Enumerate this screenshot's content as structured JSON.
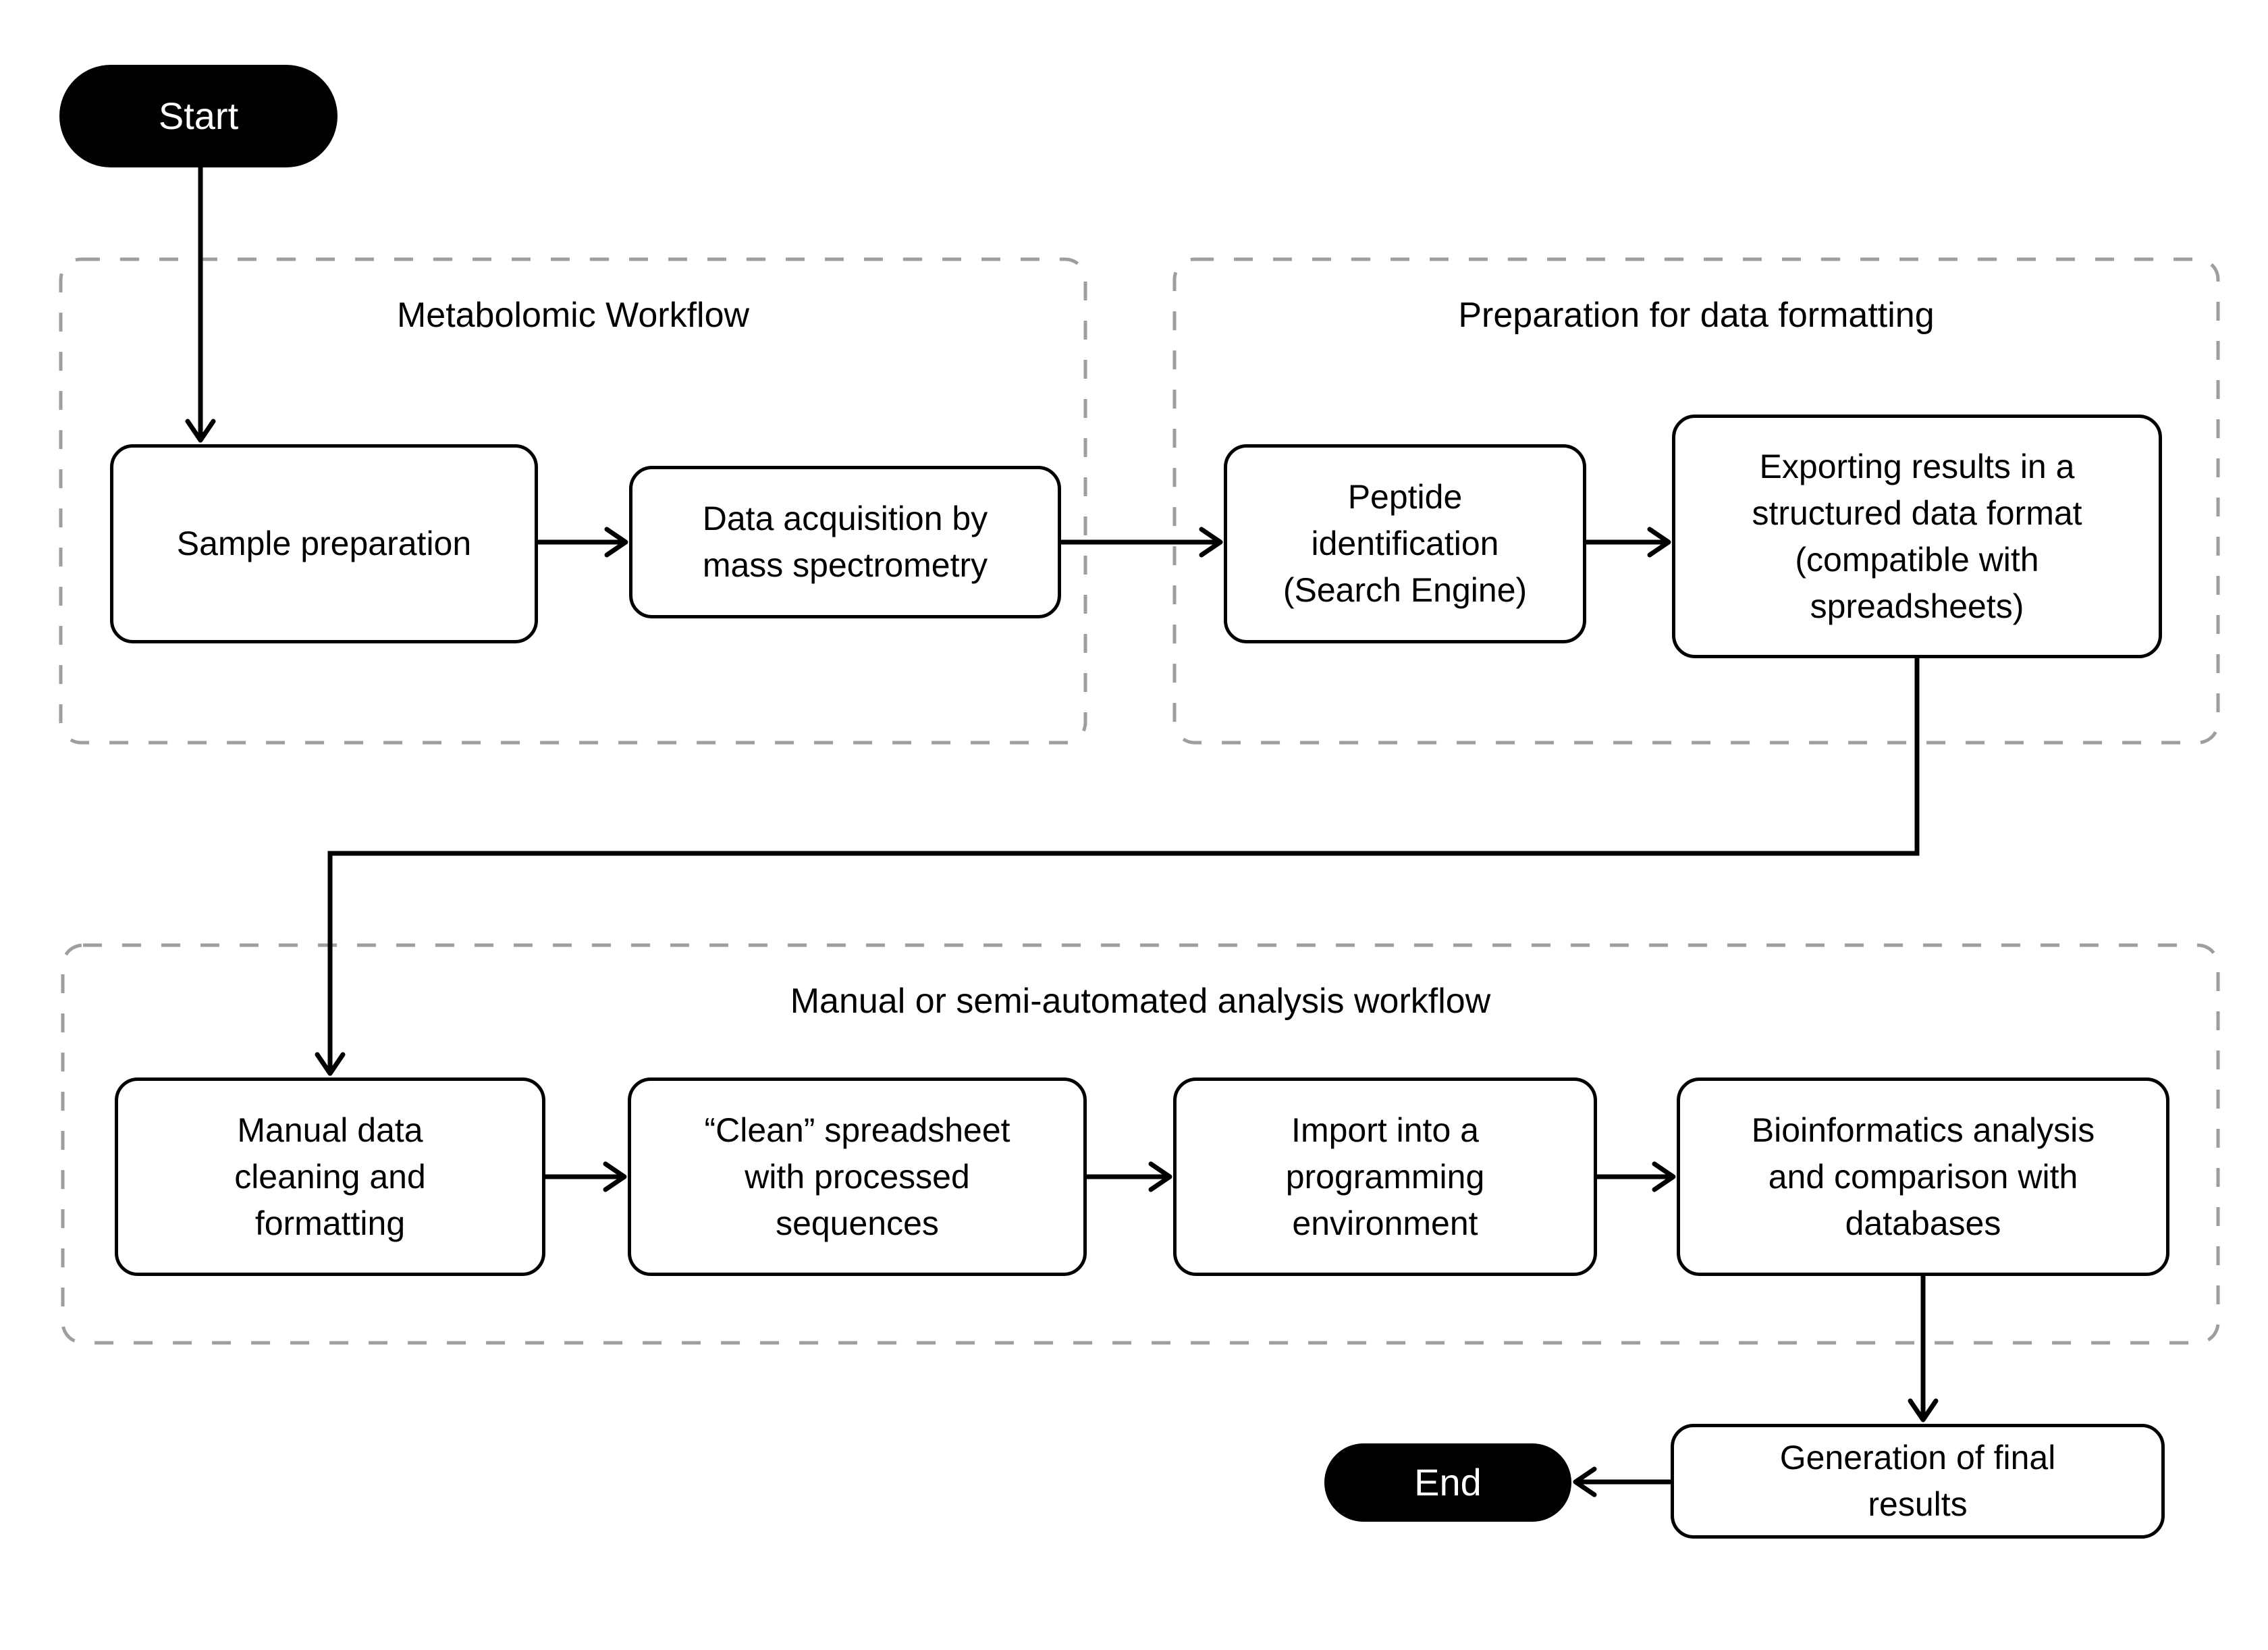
{
  "palette": {
    "background": "#ffffff",
    "node_fill": "#ffffff",
    "node_border": "#000000",
    "node_text": "#000000",
    "terminal_fill": "#000000",
    "terminal_text": "#ffffff",
    "group_border": "#9e9e9e",
    "connector": "#000000"
  },
  "groups": {
    "metabolomic": {
      "label": "Metabolomic Workflow"
    },
    "preparation": {
      "label": "Preparation for data formatting"
    },
    "manual_analysis": {
      "label": "Manual or semi-automated analysis workflow"
    }
  },
  "nodes": {
    "start": {
      "label": "Start",
      "type": "terminal"
    },
    "sample_preparation": {
      "label": "Sample preparation",
      "type": "process"
    },
    "data_acquisition": {
      "label": "Data acquisition by\nmass spectrometry",
      "type": "process"
    },
    "peptide_identification": {
      "label": "Peptide\nidentification\n(Search Engine)",
      "type": "process"
    },
    "exporting_results": {
      "label": "Exporting results in a\nstructured data format\n(compatible with\nspreadsheets)",
      "type": "process"
    },
    "manual_cleaning": {
      "label": "Manual data\ncleaning and\nformatting",
      "type": "process"
    },
    "clean_spreadsheet": {
      "label": "“Clean” spreadsheet\nwith processed\nsequences",
      "type": "process"
    },
    "import_programming": {
      "label": "Import into a\nprogramming\nenvironment",
      "type": "process"
    },
    "bioinformatics": {
      "label": "Bioinformatics analysis\nand comparison with\ndatabases",
      "type": "process"
    },
    "generation_final": {
      "label": "Generation of final\nresults",
      "type": "process"
    },
    "end": {
      "label": "End",
      "type": "terminal"
    }
  },
  "edges": [
    {
      "from": "start",
      "to": "sample_preparation"
    },
    {
      "from": "sample_preparation",
      "to": "data_acquisition"
    },
    {
      "from": "data_acquisition",
      "to": "peptide_identification"
    },
    {
      "from": "peptide_identification",
      "to": "exporting_results"
    },
    {
      "from": "exporting_results",
      "to": "manual_cleaning"
    },
    {
      "from": "manual_cleaning",
      "to": "clean_spreadsheet"
    },
    {
      "from": "clean_spreadsheet",
      "to": "import_programming"
    },
    {
      "from": "import_programming",
      "to": "bioinformatics"
    },
    {
      "from": "bioinformatics",
      "to": "generation_final"
    },
    {
      "from": "generation_final",
      "to": "end"
    }
  ]
}
